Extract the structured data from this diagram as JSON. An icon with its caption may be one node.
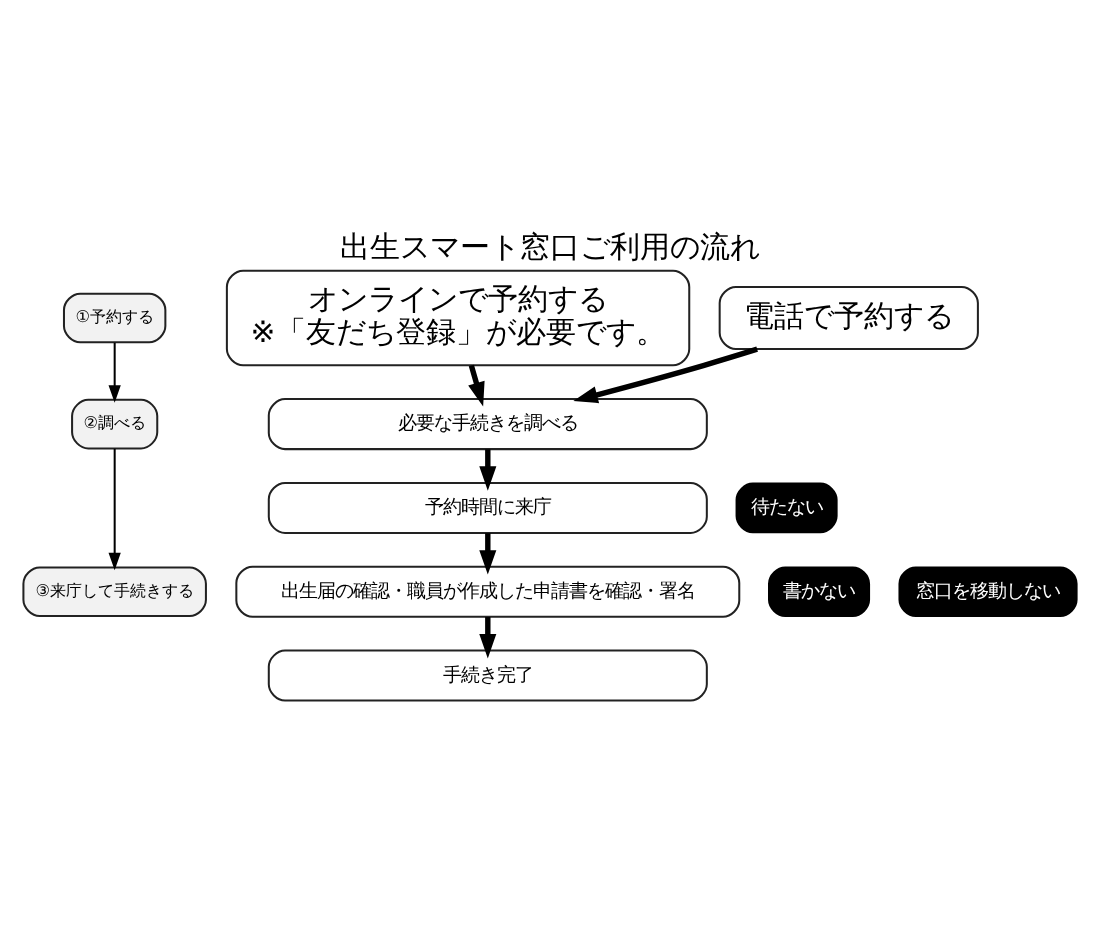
{
  "diagram": {
    "title": "出生スマート窓口ご利用の流れ",
    "nodes": [
      {
        "text": [
          "①予約する"
        ]
      },
      {
        "text": [
          "②調べる"
        ]
      },
      {
        "text": [
          "③来庁して手続きする"
        ]
      },
      {
        "text": [
          "オンラインで予約する",
          "※「友だち登録」が必要です。"
        ]
      },
      {
        "text": [
          "電話で予約する"
        ]
      },
      {
        "text": [
          "必要な手続きを調べる"
        ]
      },
      {
        "text": [
          "予約時間に来庁"
        ],
        "beside": [
          "待たない"
        ]
      },
      {
        "text": [
          "出生届の確認・職員が作成した申請書を確認・署名"
        ],
        "beside": [
          "書かない",
          "窓口を移動しない"
        ]
      },
      {
        "text": [
          "手続き完了"
        ]
      }
    ],
    "edges": [
      {
        "from": 0,
        "to": 1,
        "arrow": "to"
      },
      {
        "from": 1,
        "to": 2,
        "arrow": "to"
      },
      {
        "from": 3,
        "to": 5,
        "arrow": "to"
      },
      {
        "from": 4,
        "to": 5,
        "arrow": "to"
      },
      {
        "from": 5,
        "to": 6,
        "arrow": "to"
      },
      {
        "from": 6,
        "to": 7,
        "arrow": "to"
      },
      {
        "from": 7,
        "to": 8,
        "arrow": "to"
      }
    ]
  }
}
